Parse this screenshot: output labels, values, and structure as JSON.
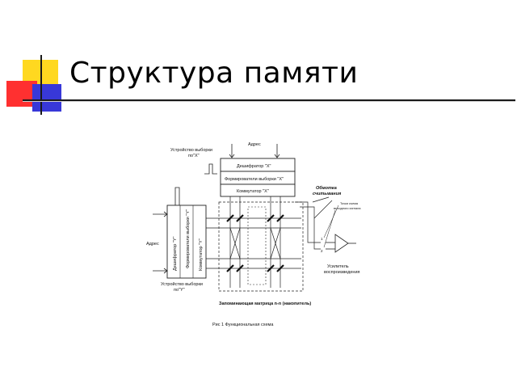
{
  "slide": {
    "title": "Структура памяти"
  },
  "diagram": {
    "labels": {
      "address_top": "Адрес",
      "device_x_line1": "Устройство выборки",
      "device_x_line2": "по\"Х\"",
      "decoder_x": "Дешифратор \"X\"",
      "drivers_x": "Формирователи выборки \"X\"",
      "switch_x": "Коммутатор \"X\"",
      "winding_line1": "Обмотка",
      "winding_line2": "считывания",
      "output_line1": "Точки съема",
      "output_line2": "выходного сигнала",
      "address_left": "Адрес",
      "decoder_y": "Дешифратор \"Y\"",
      "drivers_y": "Формирователи выборки \"Y\"",
      "switch_y": "Коммутатор \"Y\"",
      "device_y_line1": "Устройство выборки",
      "device_y_line2": "по\"Y\"",
      "amp_line1": "Усилитель",
      "amp_line2": "воспроизведения",
      "matrix": "Запоминающая матрица n-n (накопитель)",
      "caption": "Рис 1 Функциональная схема",
      "mark_1": "1",
      "mark_2": "2"
    }
  }
}
